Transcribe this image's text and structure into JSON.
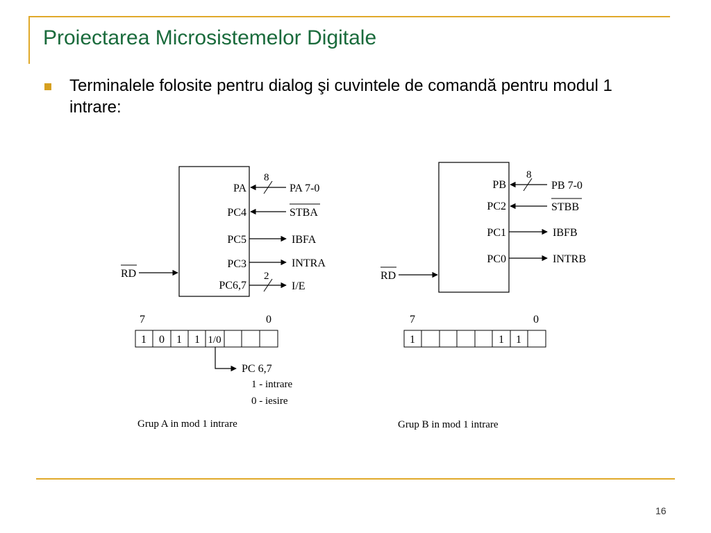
{
  "title": "Proiectarea Microsistemelor Digitale",
  "bullet": "Terminalele folosite pentru dialog şi cuvintele de comandă pentru modul 1 intrare:",
  "page_number": "16",
  "group_a": {
    "ports": {
      "pa": "PA",
      "pc4": "PC4",
      "pc5": "PC5",
      "pc3": "PC3",
      "pc67": "PC6,7"
    },
    "signals": {
      "pa70": "PA 7-0",
      "stba": "STBA",
      "ibfa": "IBFA",
      "intra": "INTRA",
      "ie": "I/E"
    },
    "bus_widths": {
      "pa": "8",
      "pc67": "2"
    },
    "rd": "RD",
    "bit_high": "7",
    "bit_low": "0",
    "cells": [
      "1",
      "0",
      "1",
      "1",
      "1/0",
      "",
      "",
      ""
    ],
    "pc_note": "PC 6,7",
    "note_in": "1 - intrare",
    "note_out": "0 - iesire",
    "caption": "Grup A in mod 1 intrare"
  },
  "group_b": {
    "ports": {
      "pb": "PB",
      "pc2": "PC2",
      "pc1": "PC1",
      "pc0": "PC0"
    },
    "signals": {
      "pb70": "PB 7-0",
      "stbb": "STBB",
      "ibfb": "IBFB",
      "intrb": "INTRB"
    },
    "bus_widths": {
      "pb": "8"
    },
    "rd": "RD",
    "bit_high": "7",
    "bit_low": "0",
    "cells": [
      "1",
      "",
      "",
      "",
      "",
      "1",
      "1",
      ""
    ],
    "caption": "Grup B in mod 1 intrare"
  }
}
